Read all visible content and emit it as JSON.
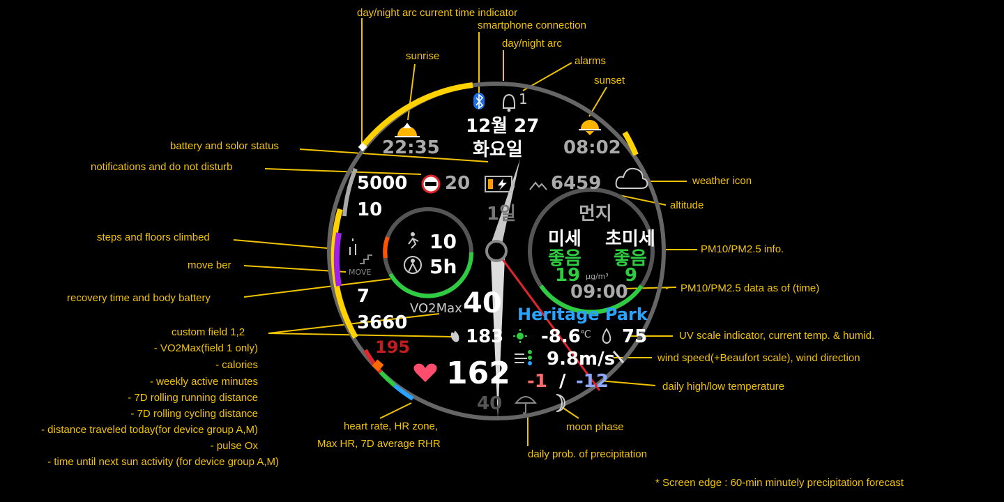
{
  "colors": {
    "annotation": "#f2c300",
    "background": "#000000",
    "text": "#ffffff",
    "gray": "#aaaaaa",
    "green": "#2ecc40",
    "cyan_location": "#29a3ff",
    "red": "#e0262c",
    "purple": "#a020f0",
    "yellow_arc": "#ffd200"
  },
  "annotations": {
    "day_night_indicator": "day/night arc current time indicator",
    "smartphone": "smartphone connection",
    "day_night_arc": "day/night arc",
    "sunrise": "sunrise",
    "alarms": "alarms",
    "sunset": "sunset",
    "battery": "battery and solor status",
    "notifications": "notifications and do not disturb",
    "weather_icon": "weather icon",
    "altitude": "altitude",
    "steps": "steps and floors climbed",
    "pm_info": "PM10/PM2.5 info.",
    "move_bar": "move ber",
    "recovery": "recovery time and body battery",
    "pm_time": "PM10/PM2.5 data as of (time)",
    "uv": "UV scale indicator, current temp. & humid.",
    "custom_field": "custom field 1,2",
    "custom_list": [
      "- VO2Max(field 1 only)",
      "- calories",
      "- weekly active minutes",
      "- 7D rolling running distance",
      "- 7D rolling cycling distance",
      "- distance traveled today(for device group A,M)",
      "- pulse Ox",
      "- time until next sun activity (for device group A,M)"
    ],
    "wind": "wind speed(+Beaufort scale), wind direction",
    "daily_temp": "daily high/low temperature",
    "heart_rate_1": "heart rate, HR zone,",
    "heart_rate_2": "Max HR, 7D average RHR",
    "moon": "moon phase",
    "precip": "daily prob. of precipitation",
    "screen_edge": "* Screen edge : 60-min minutely precipitation forecast"
  },
  "watch": {
    "alarm_count": "1",
    "date": "12월 27",
    "weekday": "화요일",
    "sunrise_time": "22:35",
    "sunset_time": "08:02",
    "steps": "5000",
    "floors": "10",
    "notifications": "20",
    "altitude": "6459",
    "hand_day": "1일",
    "pm_title": "먼지",
    "pm10_label": "미세",
    "pm25_label": "초미세",
    "pm10_status": "좋음",
    "pm25_status": "좋음",
    "pm10_value": "19",
    "pm25_value": "9",
    "pm_unit": "μg/m³",
    "pm_time": "09:00",
    "recovery_hours": "10",
    "body_battery": "5h",
    "move_label": "MOVE",
    "field_7": "7",
    "vo2max_label": "VO2Max",
    "vo2max_value": "40",
    "location": "Heritage Park",
    "field_3660": "3660",
    "calories": "183",
    "temp": "-8.6",
    "temp_unit": "℃",
    "humidity": "75",
    "max_hr": "195",
    "wind_speed": "9.8",
    "wind_unit": "m/s",
    "heart_rate": "162",
    "temp_high": "-1",
    "temp_sep": "/",
    "temp_low": "-12",
    "rhr": "40"
  }
}
